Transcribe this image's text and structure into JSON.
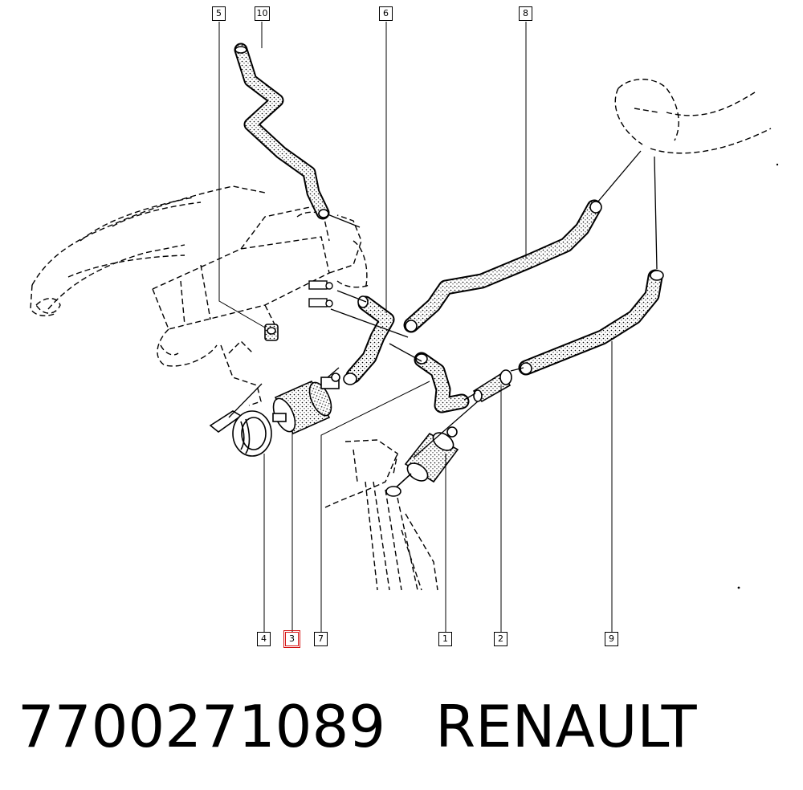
{
  "diagram": {
    "callouts": [
      {
        "label": "5",
        "highlighted": false
      },
      {
        "label": "10",
        "highlighted": false
      },
      {
        "label": "6",
        "highlighted": false
      },
      {
        "label": "8",
        "highlighted": false
      },
      {
        "label": "4",
        "highlighted": false
      },
      {
        "label": "3",
        "highlighted": true
      },
      {
        "label": "7",
        "highlighted": false
      },
      {
        "label": "1",
        "highlighted": false
      },
      {
        "label": "2",
        "highlighted": false
      },
      {
        "label": "9",
        "highlighted": false
      }
    ],
    "highlight_color": "#d41111",
    "line_color": "#000000"
  },
  "caption": {
    "part_number": "7700271089",
    "brand": "RENAULT"
  }
}
